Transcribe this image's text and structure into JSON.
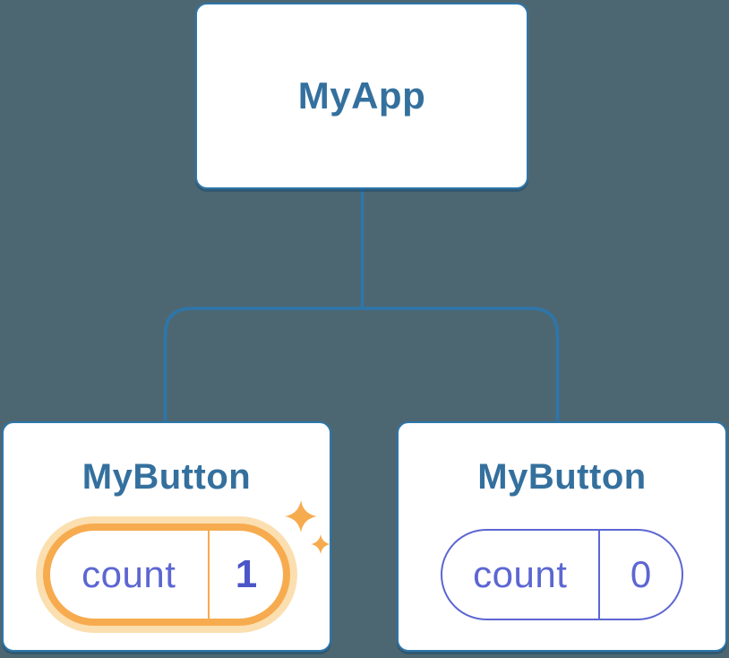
{
  "diagram": {
    "title_hidden": "",
    "root": {
      "label": "MyApp"
    },
    "children": [
      {
        "label": "MyButton",
        "state": {
          "key": "count",
          "value": "1"
        },
        "highlighted": true
      },
      {
        "label": "MyButton",
        "state": {
          "key": "count",
          "value": "0"
        },
        "highlighted": false
      }
    ]
  },
  "colors": {
    "bg": "#4d6772",
    "line": "#2d76ab",
    "heading": "#34709e",
    "purple": "#5c66d2",
    "purple-bold": "#4b55c8",
    "orange": "#f7ab4f",
    "halo": "#fbdfb0",
    "card": "#ffffff"
  },
  "icons": {
    "sparkle": "four-pointed-star"
  }
}
